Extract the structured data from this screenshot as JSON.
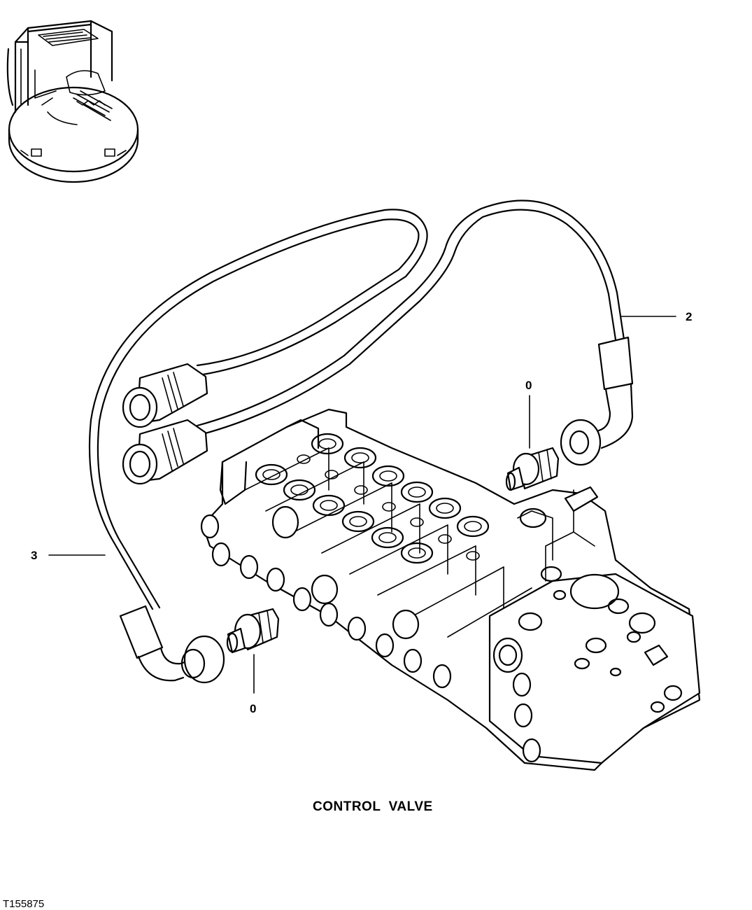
{
  "callouts": {
    "part_2": "2",
    "part_3": "3",
    "part_0_upper": "0",
    "part_0_lower": "0"
  },
  "caption": "CONTROL  VALVE",
  "figure_id": "T155875"
}
